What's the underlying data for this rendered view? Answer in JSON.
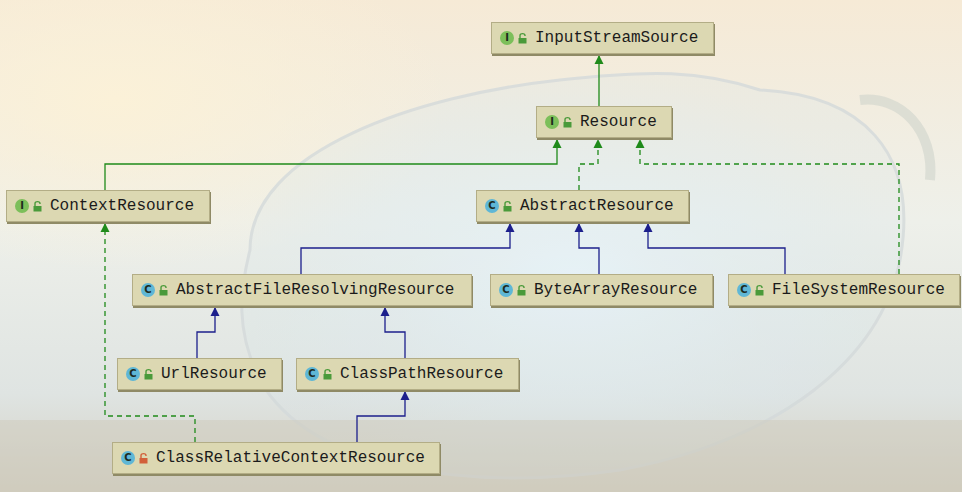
{
  "diagram": {
    "nodes": [
      {
        "text": [
          "I",
          "InputStreamSource"
        ]
      },
      {
        "text": [
          "I",
          "Resource"
        ]
      },
      {
        "text": [
          "I",
          "ContextResource"
        ]
      },
      {
        "text": [
          "C",
          "AbstractResource"
        ]
      },
      {
        "text": [
          "C",
          "AbstractFileResolvingResource"
        ]
      },
      {
        "text": [
          "C",
          "ByteArrayResource"
        ]
      },
      {
        "text": [
          "C",
          "FileSystemResource"
        ]
      },
      {
        "text": [
          "C",
          "UrlResource"
        ]
      },
      {
        "text": [
          "C",
          "ClassPathResource"
        ]
      },
      {
        "text": [
          "C",
          "ClassRelativeContextResource"
        ]
      }
    ],
    "edges": [
      {
        "from": 1,
        "to": 0,
        "arrow": "to"
      },
      {
        "from": 2,
        "to": 1,
        "arrow": "to"
      },
      {
        "from": 3,
        "to": 1,
        "arrow": "to"
      },
      {
        "from": 6,
        "to": 1,
        "arrow": "to"
      },
      {
        "from": 4,
        "to": 3,
        "arrow": "to"
      },
      {
        "from": 5,
        "to": 3,
        "arrow": "to"
      },
      {
        "from": 6,
        "to": 3,
        "arrow": "to"
      },
      {
        "from": 7,
        "to": 4,
        "arrow": "to"
      },
      {
        "from": 8,
        "to": 4,
        "arrow": "to"
      },
      {
        "from": 9,
        "to": 8,
        "arrow": "to"
      },
      {
        "from": 9,
        "to": 2,
        "arrow": "to"
      }
    ]
  }
}
